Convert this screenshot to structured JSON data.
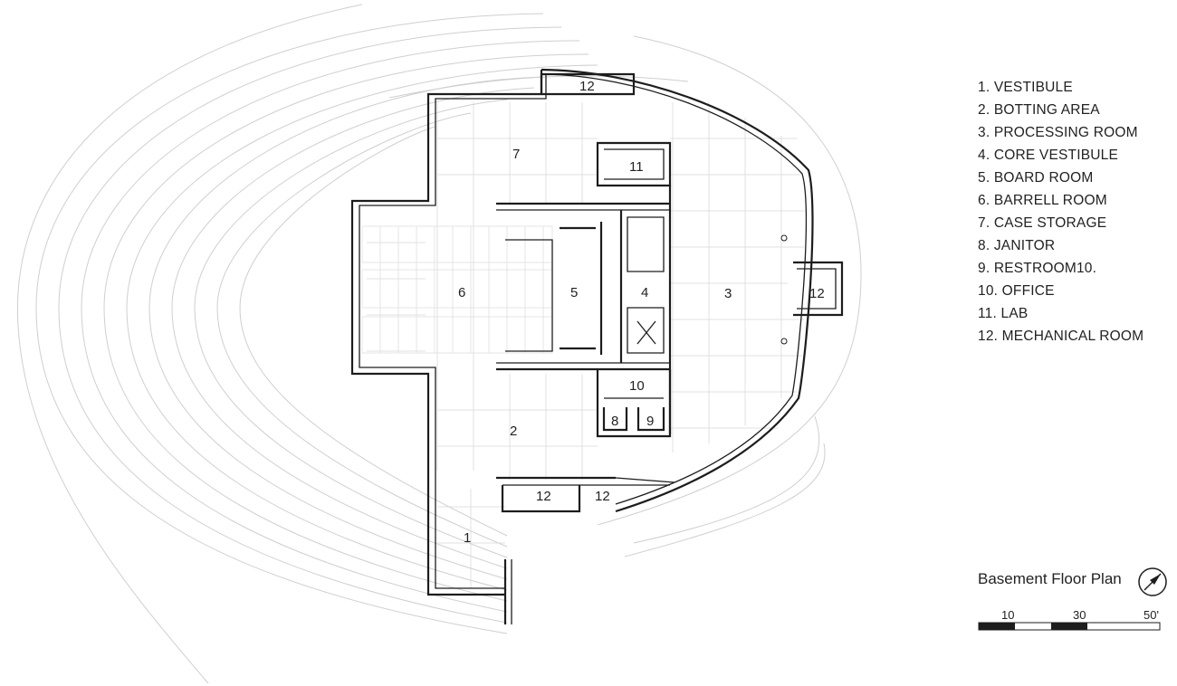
{
  "title": "Basement Floor Plan",
  "legend": [
    "1. VESTIBULE",
    "2. BOTTING AREA",
    "3. PROCESSING ROOM",
    "4. CORE VESTIBULE",
    "5. BOARD ROOM",
    "6. BARRELL ROOM",
    "7. CASE STORAGE",
    "8. JANITOR",
    "9. RESTROOM10.",
    "10. OFFICE",
    "11. LAB",
    "12. MECHANICAL ROOM"
  ],
  "rooms": {
    "r1": "1",
    "r2": "2",
    "r3": "3",
    "r4": "4",
    "r5": "5",
    "r6": "6",
    "r7": "7",
    "r8": "8",
    "r9": "9",
    "r10": "10",
    "r11": "11",
    "r12_top": "12",
    "r12_right": "12",
    "r12_bl": "12",
    "r12_br": "12"
  },
  "scale": {
    "labels": [
      "10",
      "30",
      "50'"
    ]
  },
  "icons": {
    "north": "north-arrow-icon"
  },
  "colors": {
    "line": "#1d1d1d",
    "grid": "#d9d9d9",
    "contour": "#cfcfcf"
  }
}
